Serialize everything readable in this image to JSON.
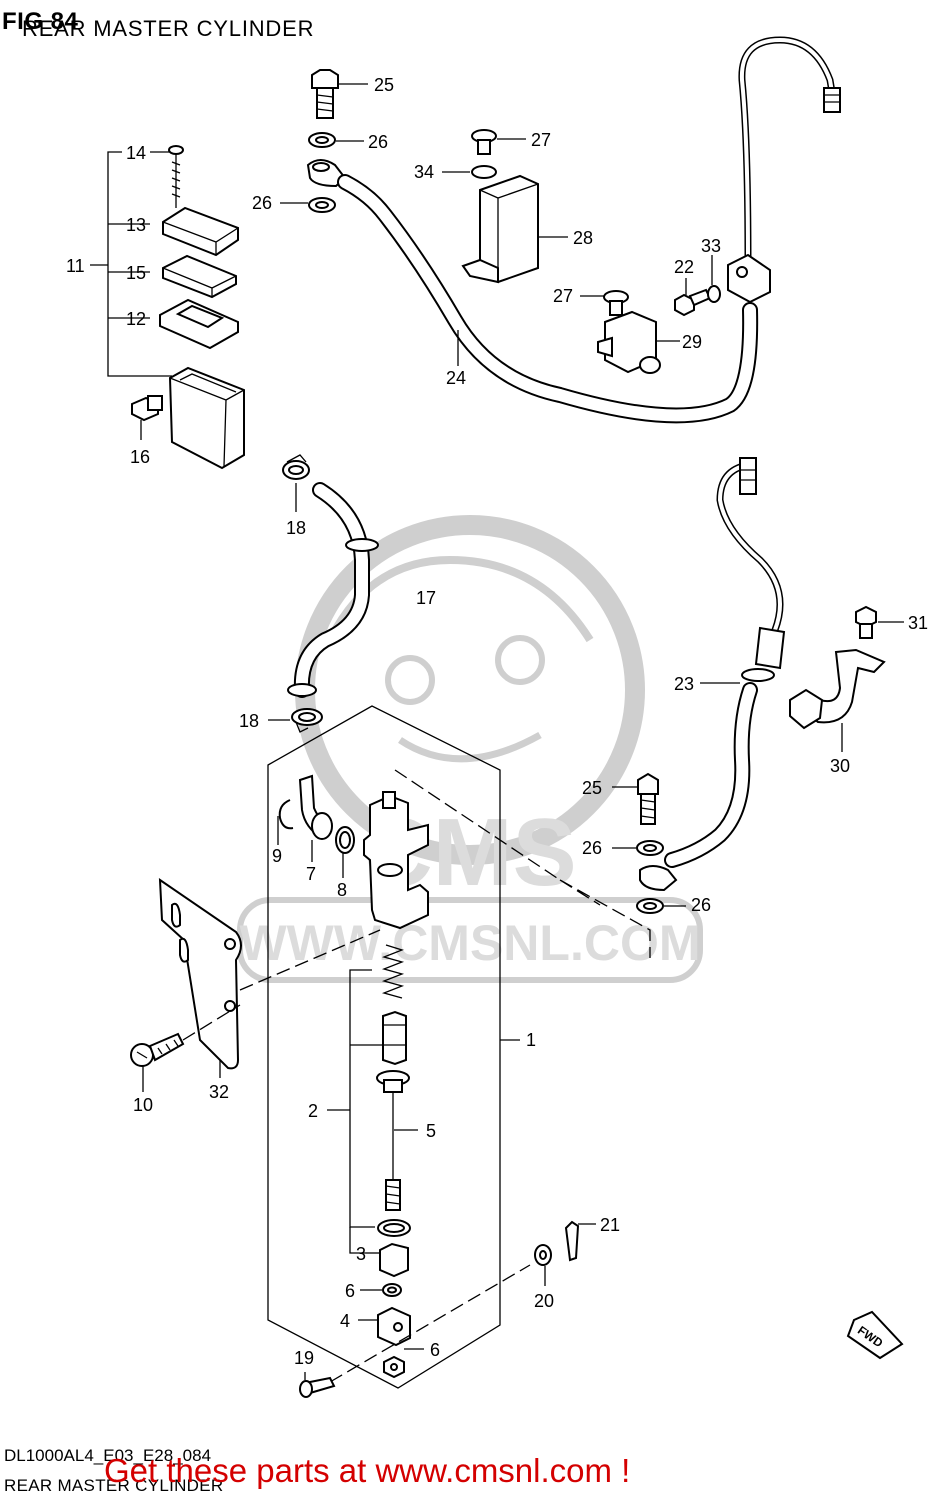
{
  "header": {
    "fig_number": "FIG 84",
    "title": "REAR MASTER CYLINDER"
  },
  "footer": {
    "model_code": "DL1000AL4_E03_E28_084",
    "title": "REAR MASTER CYLINDER",
    "promo": "Get these parts at www.cmsnl.com !"
  },
  "watermark": {
    "brand": "CMS",
    "url": "WWW.CMSNL.COM"
  },
  "direction_tag": "FWD",
  "callouts": {
    "p1": "1",
    "p2": "2",
    "p3": "3",
    "p4": "4",
    "p5": "5",
    "p6a": "6",
    "p6b": "6",
    "p7": "7",
    "p8": "8",
    "p9": "9",
    "p10": "10",
    "p11": "11",
    "p12": "12",
    "p13": "13",
    "p14": "14",
    "p15": "15",
    "p16": "16",
    "p17": "17",
    "p18a": "18",
    "p18b": "18",
    "p19": "19",
    "p20": "20",
    "p21": "21",
    "p22": "22",
    "p23": "23",
    "p24": "24",
    "p25a": "25",
    "p25b": "25",
    "p26a": "26",
    "p26b": "26",
    "p26c": "26",
    "p26d": "26",
    "p27a": "27",
    "p27b": "27",
    "p28": "28",
    "p29": "29",
    "p30": "30",
    "p31": "31",
    "p32": "32",
    "p33": "33",
    "p34": "34"
  },
  "colors": {
    "promo": "#d40000",
    "watermark": "#cfcfcf",
    "line": "#000000"
  }
}
